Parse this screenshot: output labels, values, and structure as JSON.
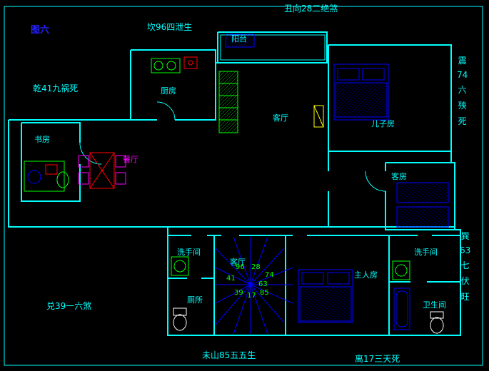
{
  "colors": {
    "wall": "#00ffff",
    "furniture_blue": "#0000ff",
    "fixture_green": "#00ff00",
    "dining_magenta": "#ff00ff",
    "accent_red": "#ff0000",
    "tv_yellow": "#ffff00",
    "compass_green": "#00ff00",
    "figure_blue": "#2222ff"
  },
  "annotations": {
    "figure_no": "图六",
    "top_center": "丑向28二绝煞",
    "top_left": "坎96四泄生",
    "left": "乾41九祸死",
    "bottom_left": "兑39一六煞",
    "bottom_center": "未山85五五生",
    "bottom_right": "离17三天死",
    "zhen": [
      "震",
      "74",
      "六",
      "殃",
      "死"
    ],
    "xun": [
      "巽",
      "63",
      "七",
      "伏",
      "旺"
    ]
  },
  "rooms": {
    "balcony": "阳台",
    "kitchen": "厨房",
    "living_room": "客厅",
    "son_room": "儿子房",
    "study": "书房",
    "dining_room": "餐厅",
    "guest_room": "客房",
    "washroom_left": "洗手间",
    "stair_hall": "客厅",
    "toilet": "厕所",
    "master_room": "主人房",
    "washroom_right": "洗手间",
    "bathroom": "卫生间"
  },
  "compass": {
    "numbers": [
      "96",
      "28",
      "74",
      "41",
      "63",
      "39",
      "17",
      "85"
    ]
  }
}
